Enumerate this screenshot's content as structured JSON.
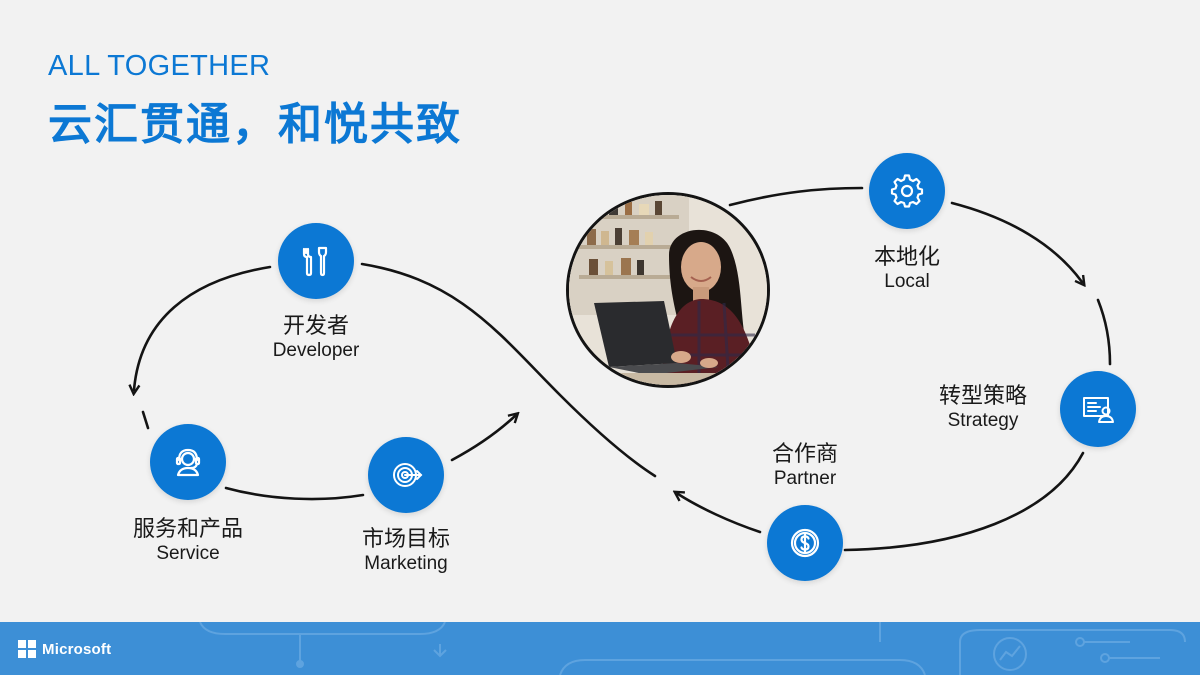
{
  "header": {
    "subtitle_en": "ALL TOGETHER",
    "title_cn": "云汇贯通，和悦共致"
  },
  "nodes": {
    "developer": {
      "cn": "开发者",
      "en": "Developer",
      "icon": "wrench-screwdriver-icon"
    },
    "service": {
      "cn": "服务和产品",
      "en": "Service",
      "icon": "headset-agent-icon"
    },
    "marketing": {
      "cn": "市场目标",
      "en": "Marketing",
      "icon": "target-arrow-icon"
    },
    "local": {
      "cn": "本地化",
      "en": "Local",
      "icon": "gear-icon"
    },
    "strategy": {
      "cn": "转型策略",
      "en": "Strategy",
      "icon": "presentation-person-icon"
    },
    "partner": {
      "cn": "合作商",
      "en": "Partner",
      "icon": "dollar-coin-icon"
    }
  },
  "footer": {
    "brand": "Microsoft"
  },
  "colors": {
    "accent": "#0c78d4",
    "footer": "#3d8fd6",
    "line": "#141414"
  }
}
